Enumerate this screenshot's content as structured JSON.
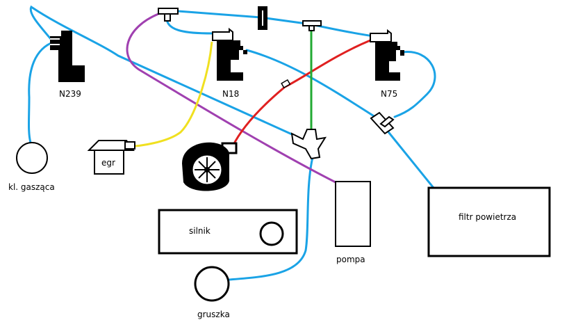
{
  "colors": {
    "vacuum_line": "#1aa3e6",
    "purple_line": "#a040b0",
    "red_line": "#e02020",
    "green_line": "#22aa33",
    "yellow_line": "#f0e020",
    "outline": "#000000"
  },
  "labels": {
    "n239": "N239",
    "n18": "N18",
    "n75": "N75",
    "egr": "egr",
    "throttle_valve": "kl. gasząca",
    "engine": "silnik",
    "pump": "pompa",
    "air_filter": "filtr powietrza",
    "bulb": "gruszka"
  }
}
